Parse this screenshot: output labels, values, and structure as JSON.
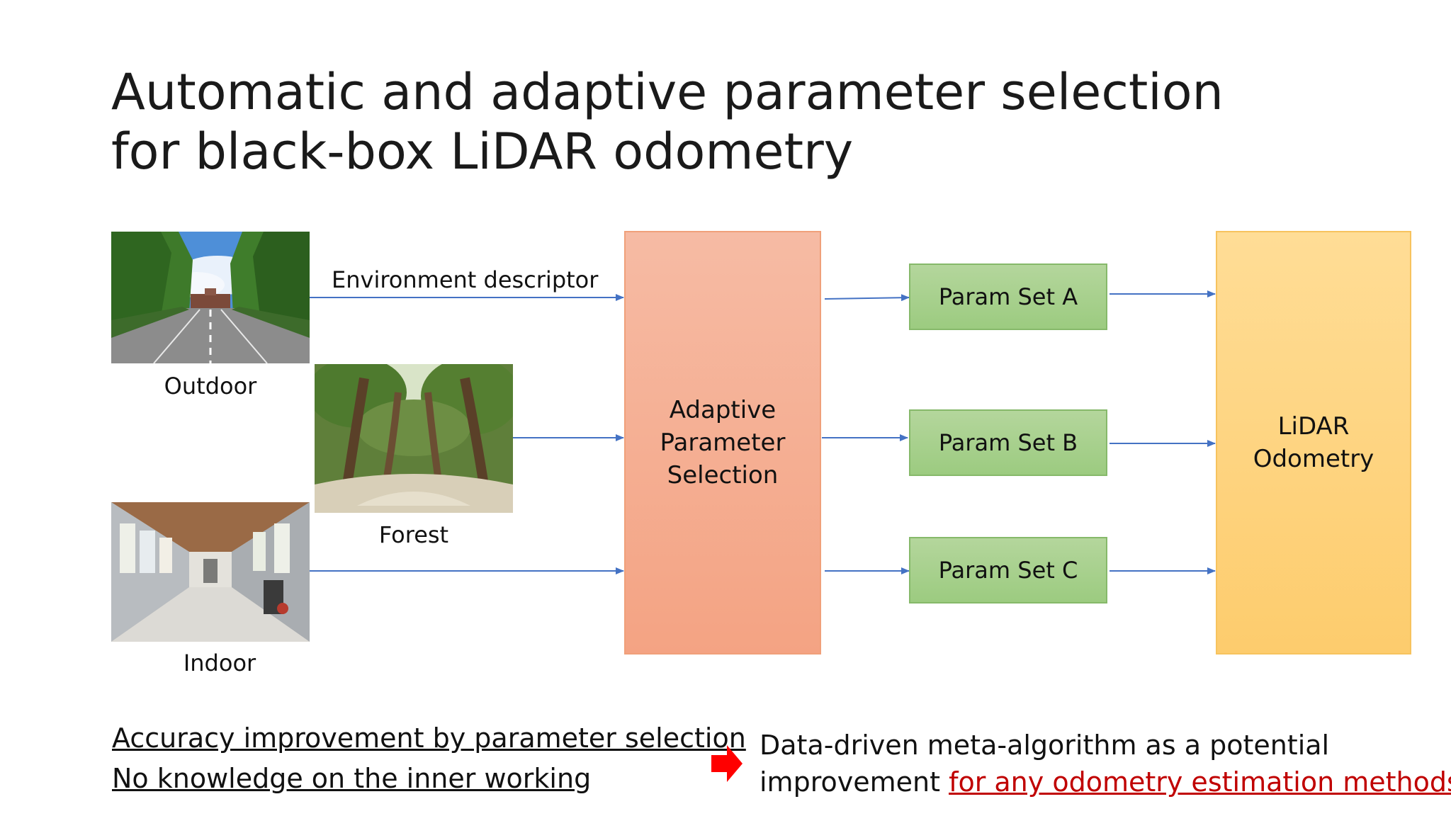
{
  "slide": {
    "title_line1": "Automatic and adaptive parameter selection",
    "title_line2": "for black-box LiDAR odometry"
  },
  "environments": [
    {
      "caption": "Outdoor"
    },
    {
      "caption": "Forest"
    },
    {
      "caption": "Indoor"
    }
  ],
  "edge_label": "Environment descriptor",
  "selector": {
    "label": "Adaptive\nParameter\nSelection"
  },
  "param_sets": [
    {
      "label": "Param Set A"
    },
    {
      "label": "Param Set B"
    },
    {
      "label": "Param Set C"
    }
  ],
  "odometry": {
    "label": "LiDAR\nOdometry"
  },
  "bullets": [
    "Accuracy improvement by parameter selection",
    "No knowledge on the inner working"
  ],
  "conclusion": {
    "line1": "Data-driven meta-algorithm as a potential",
    "line2_prefix": "improvement ",
    "line2_highlight": "for any odometry estimation methods"
  },
  "colors": {
    "arrow": "#4472c4",
    "selector_fill": "#f4b096",
    "param_fill": "#a9d18e",
    "odometry_fill": "#ffd57f",
    "highlight_text": "#c00000",
    "implies_arrow": "#ff0000"
  },
  "icons": [
    "right-arrow-icon"
  ]
}
